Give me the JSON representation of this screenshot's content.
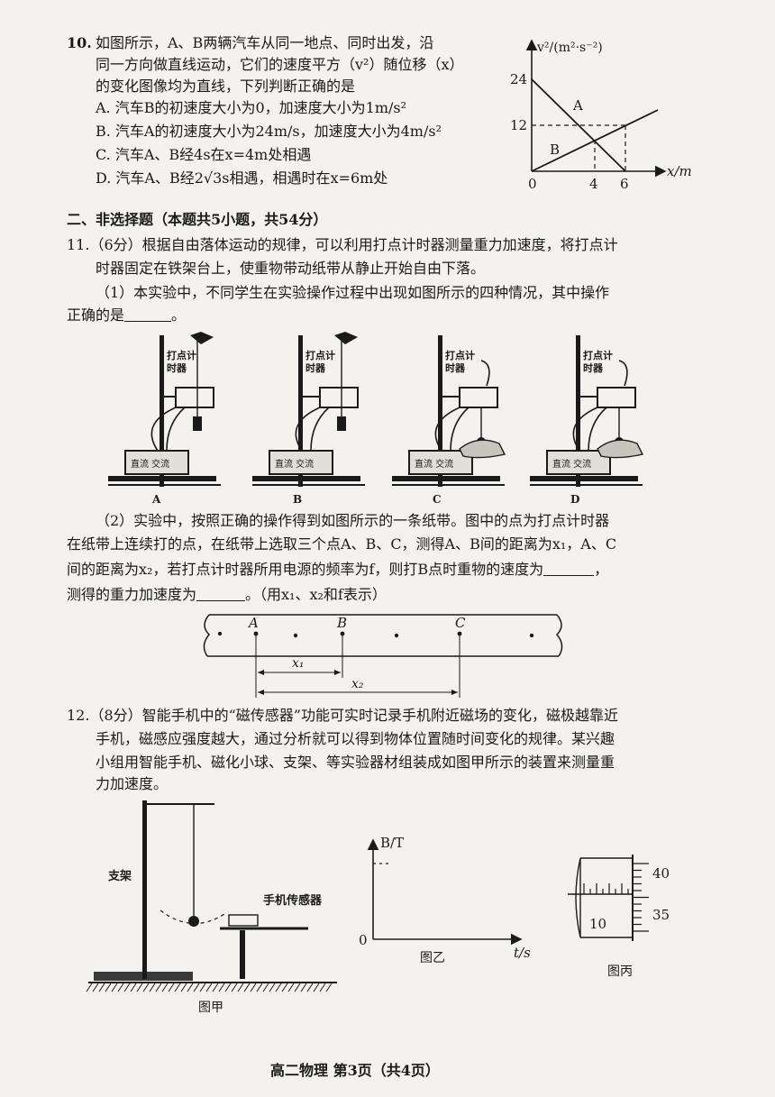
{
  "q10": {
    "number": "10.",
    "stem": [
      "如图所示，A、B两辆汽车从同一地点、同时出发，沿",
      "同一方向做直线运动，它们的速度平方（v²）随位移（x）",
      "的变化图像均为直线，下列判断正确的是"
    ],
    "options": [
      "A. 汽车B的初速度大小为0，加速度大小为1m/s²",
      "B. 汽车A的初速度大小为24m/s，加速度大小为4m/s²",
      "C. 汽车A、B经4s在x=4m处相遇",
      "D. 汽车A、B经2√3s相遇，相遇时在x=6m处"
    ],
    "graph": {
      "ylabel": "v²/(m²·s⁻²)",
      "xlabel": "x/m",
      "origin": "0",
      "yticks": [
        "24",
        "12"
      ],
      "xticks": [
        "4",
        "6"
      ],
      "lineA_label": "A",
      "lineB_label": "B"
    }
  },
  "section2": {
    "heading": "二、非选择题（本题共5小题，共54分）"
  },
  "q11": {
    "line1": "11.（6分）根据自由落体运动的规律，可以利用打点计时器测量重力加速度，将打点计",
    "line2": "时器固定在铁架台上，使重物带动纸带从静止开始自由下落。",
    "p1_line1": "（1）本实验中，不同学生在实验操作过程中出现如图所示的四种情况，其中操作",
    "p1_line2_a": "正确的是",
    "p1_line2_b": "。",
    "apparatus": [
      {
        "timer_label": "打点计\n时器",
        "power_label": "直流 交流",
        "caption": "A"
      },
      {
        "timer_label": "打点计\n时器",
        "power_label": "直流 交流",
        "caption": "B"
      },
      {
        "timer_label": "打点计\n时器",
        "power_label": "直流 交流",
        "caption": "C"
      },
      {
        "timer_label": "打点计\n时器",
        "power_label": "直流 交流",
        "caption": "D"
      }
    ],
    "p2_line1": "（2）实验中，按照正确的操作得到如图所示的一条纸带。图中的点为打点计时器",
    "p2_line2": "在纸带上连续打的点，在纸带上选取三个点A、B、C，测得A、B间的距离为x₁，A、C",
    "p2_line3_a": "间的距离为x₂，若打点计时器所用电源的频率为f，则打B点时重物的速度为",
    "p2_line3_b": "，",
    "p2_line4_a": "测得的重力加速度为",
    "p2_line4_b": "。（用x₁、x₂和f表示）",
    "tape": {
      "A": "A",
      "B": "B",
      "C": "C",
      "x1": "x₁",
      "x2": "x₂"
    }
  },
  "q12": {
    "line1": "12.（8分）智能手机中的“磁传感器”功能可实时记录手机附近磁场的变化，磁极越靠近",
    "line2": "手机，磁感应强度越大，通过分析就可以得到物体位置随时间变化的规律。某兴趣",
    "line3": "小组用智能手机、磁化小球、支架、等实验器材组装成如图甲所示的装置来测量重",
    "line4": "力加速度。",
    "fig_jia": {
      "stand_label": "支架",
      "sensor_label": "手机传感器",
      "caption": "图甲"
    },
    "fig_yi": {
      "ylabel": "B/T",
      "xlabel": "t/s",
      "origin": "0",
      "caption": "图乙"
    },
    "fig_bing": {
      "main": "10",
      "top": "40",
      "bottom": "35",
      "caption": "图丙"
    }
  },
  "footer": "高二物理  第3页（共4页）"
}
